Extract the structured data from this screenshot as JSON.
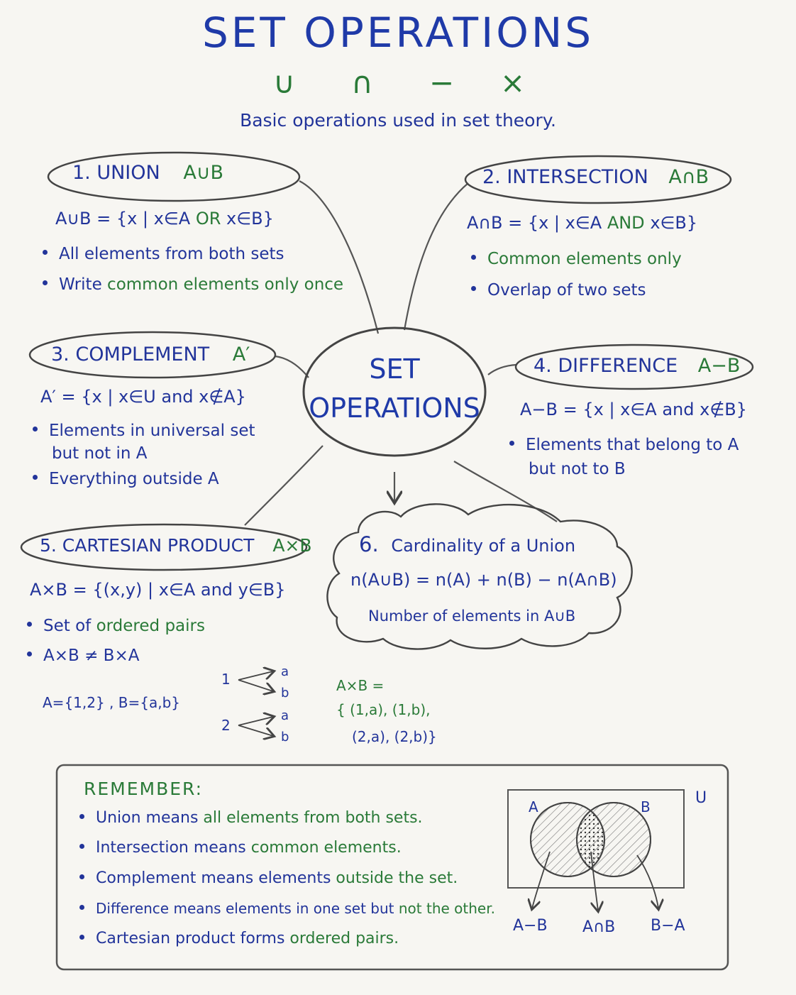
{
  "title": "SET OPERATIONS",
  "symbols": [
    "∪",
    "∩",
    "−",
    "×"
  ],
  "subtitle": "Basic operations used in set theory.",
  "center": {
    "line1": "SET",
    "line2": "OPERATIONS"
  },
  "union": {
    "label": "1. UNION",
    "symbol": "A∪B",
    "formula_a": "A∪B = {x | x∈A",
    "formula_op": "OR",
    "formula_b": "x∈B}",
    "bullet1": "All elements from both sets",
    "bullet2_a": "Write",
    "bullet2_b": "common elements only once"
  },
  "intersection": {
    "label": "2. INTERSECTION",
    "symbol": "A∩B",
    "formula_a": "A∩B = {x | x∈A",
    "formula_op": "AND",
    "formula_b": "x∈B}",
    "bullet1": "Common elements only",
    "bullet2": "Overlap of two sets"
  },
  "complement": {
    "label": "3. COMPLEMENT",
    "symbol": "A′",
    "formula": "A′ = {x | x∈U and x∉A}",
    "bullet1_l1": "Elements in universal set",
    "bullet1_l2": "but not in A",
    "bullet2": "Everything outside A"
  },
  "difference": {
    "label": "4. DIFFERENCE",
    "symbol": "A−B",
    "formula": "A−B = {x | x∈A and x∉B}",
    "bullet1_l1": "Elements that belong to A",
    "bullet1_l2": "but not to B"
  },
  "cartesian": {
    "label": "5. CARTESIAN PRODUCT",
    "symbol": "A×B",
    "formula": "A×B = {(x,y) | x∈A and y∈B}",
    "bullet1_a": "Set of",
    "bullet1_b": "ordered pairs",
    "bullet2": "A×B ≠ B×A",
    "example_sets": "A={1,2} ,  B={a,b}",
    "map_1": "1",
    "map_2": "2",
    "map_a1": "a",
    "map_b1": "b",
    "map_a2": "a",
    "map_b2": "b",
    "result_head": "A×B =",
    "result_l1": "{ (1,a), (1,b),",
    "result_l2": "(2,a), (2,b)}"
  },
  "cardinality": {
    "label_num": "6.",
    "label": "Cardinality of a Union",
    "formula": "n(A∪B) = n(A) + n(B) − n(A∩B)",
    "note": "Number of elements in A∪B"
  },
  "remember": {
    "heading": "REMEMBER:",
    "items": [
      {
        "a": "Union means",
        "b": "all elements from both sets."
      },
      {
        "a": "Intersection means",
        "b": "common elements."
      },
      {
        "a": "Complement means elements",
        "b": "outside the set."
      },
      {
        "a": "Difference means elements in one set but",
        "b": "not the other."
      },
      {
        "a": "Cartesian product forms",
        "b": "ordered pairs."
      }
    ]
  },
  "venn": {
    "set_a": "A",
    "set_b": "B",
    "universe": "U",
    "left": "A−B",
    "middle": "A∩B",
    "right": "B−A"
  },
  "colors": {
    "blue": "#22349a",
    "green": "#2a7a38",
    "pencil": "#555555",
    "paper": "#f7f6f2"
  }
}
